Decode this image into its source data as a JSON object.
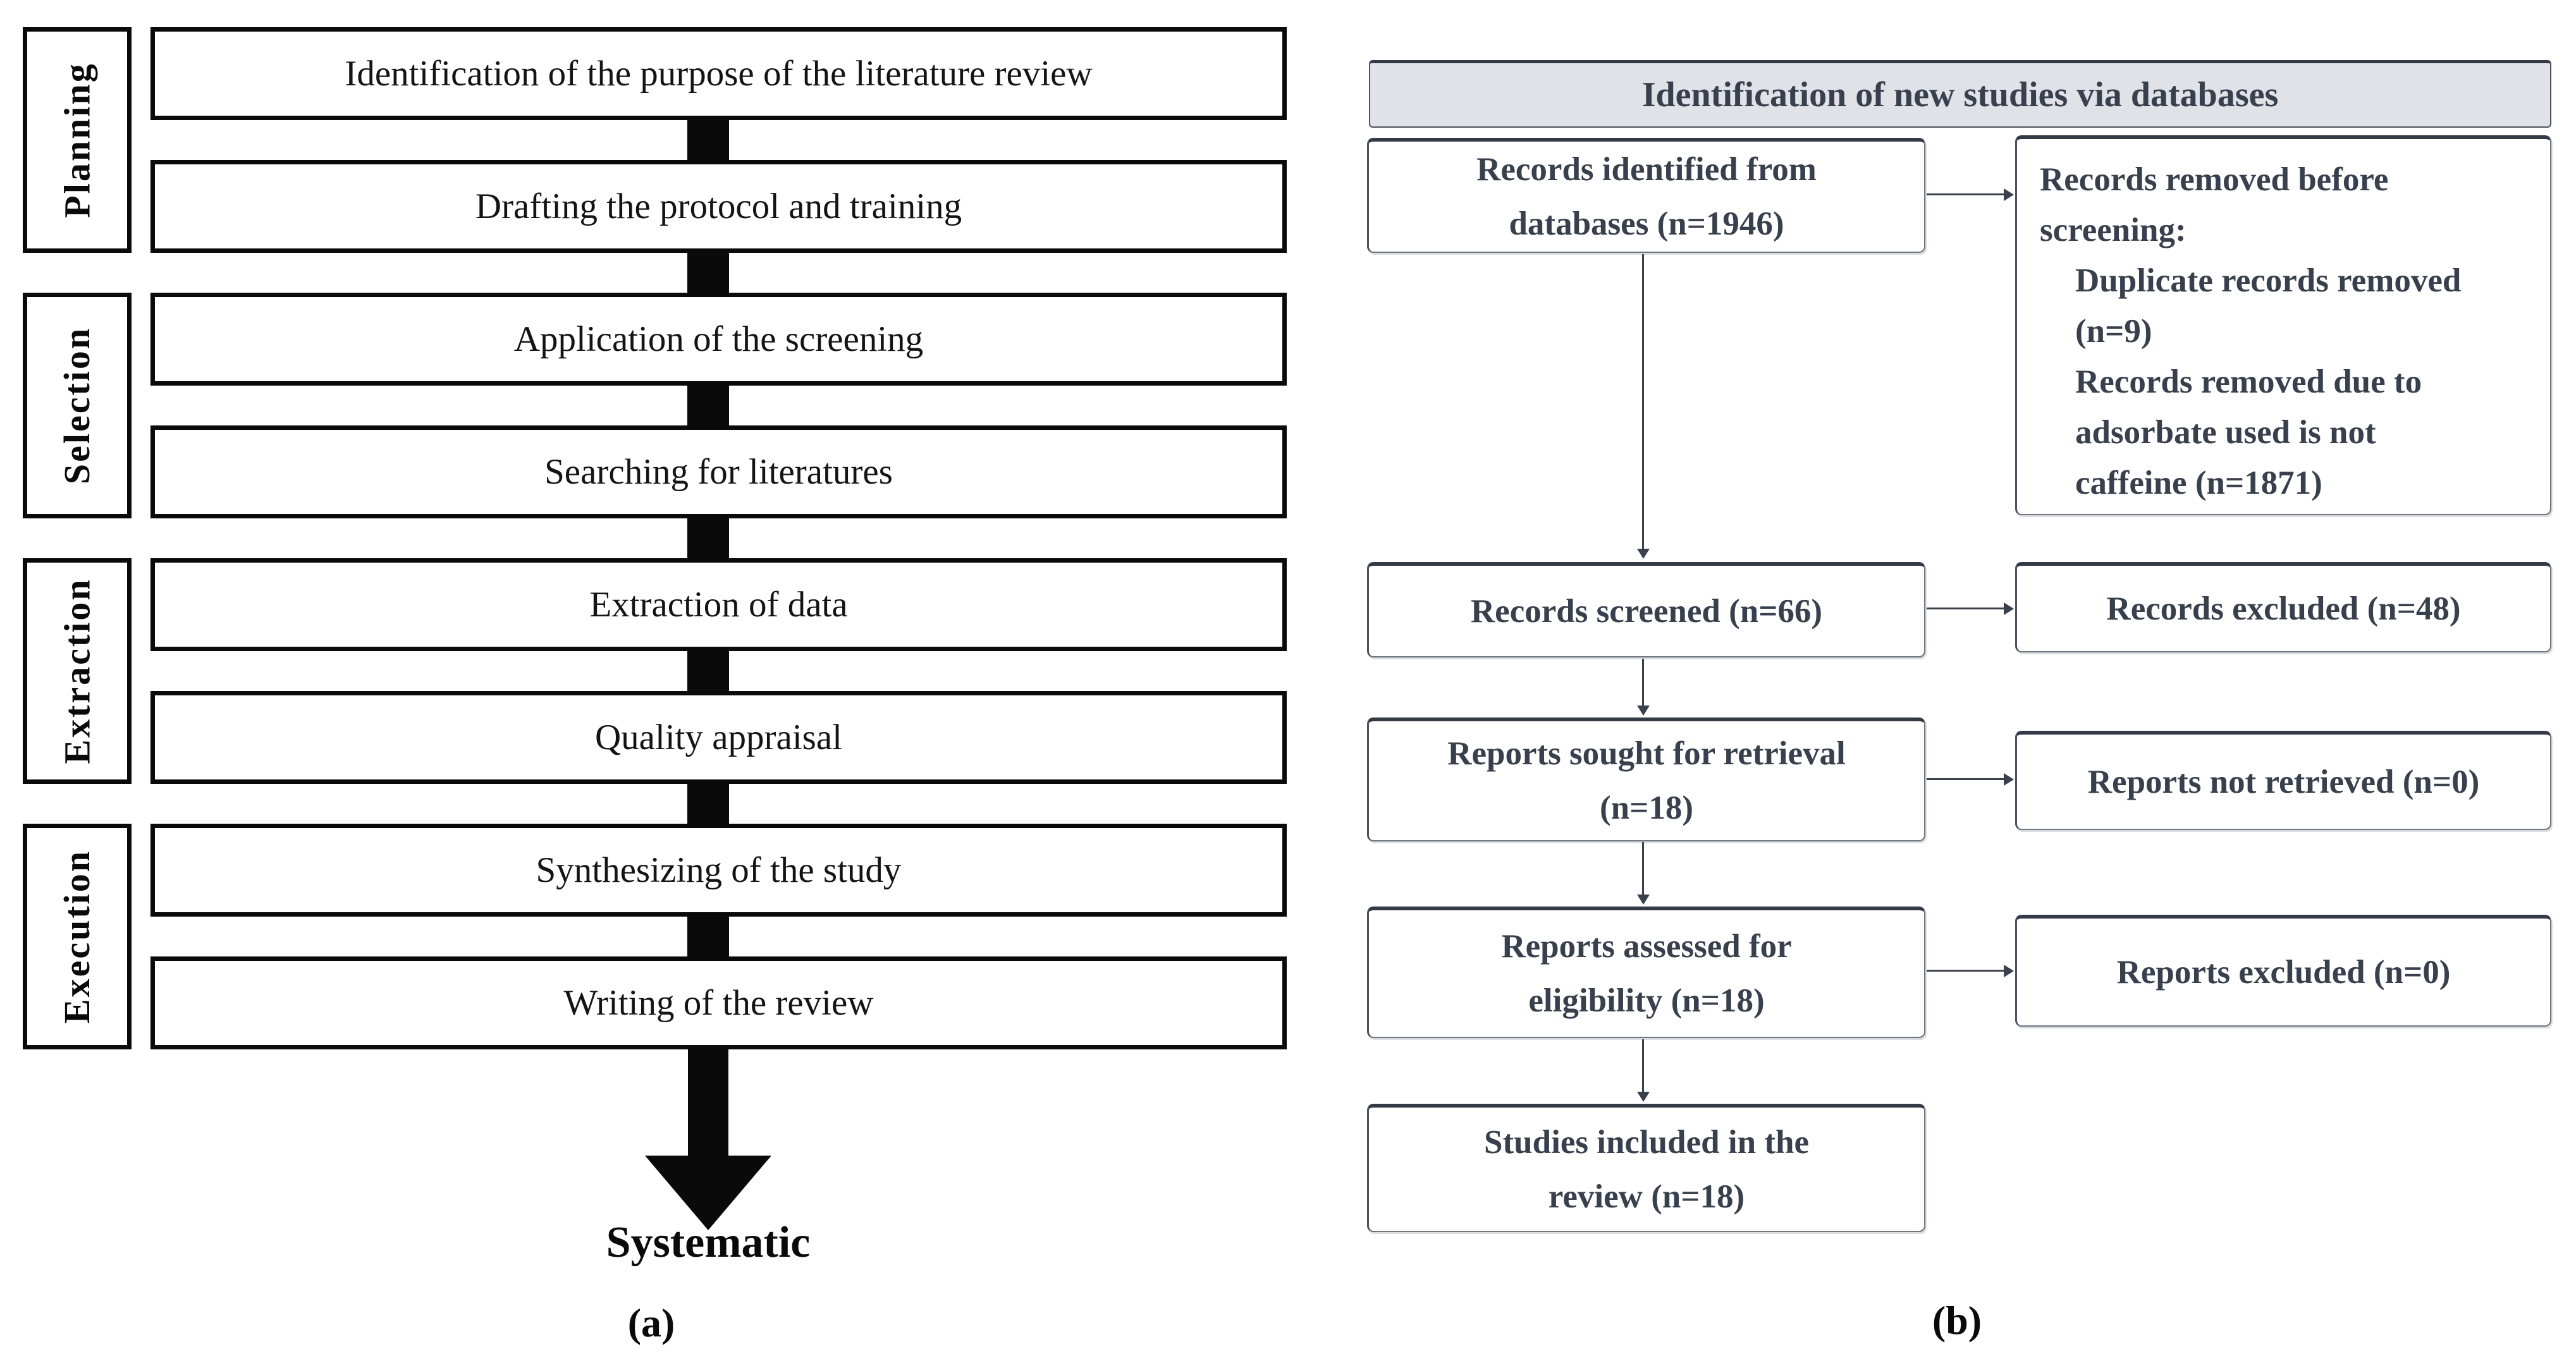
{
  "figure": {
    "caption_a": "(a)",
    "caption_b": "(b)",
    "footer_label": "Systematic"
  },
  "panel_a": {
    "phases": [
      {
        "label": "Planning"
      },
      {
        "label": "Selection"
      },
      {
        "label": "Extraction"
      },
      {
        "label": "Execution"
      }
    ],
    "steps": [
      {
        "label": "Identification of the purpose of the literature review"
      },
      {
        "label": "Drafting the protocol and training"
      },
      {
        "label": "Application of the screening"
      },
      {
        "label": "Searching for literatures"
      },
      {
        "label": "Extraction of data"
      },
      {
        "label": "Quality appraisal"
      },
      {
        "label": "Synthesizing of the study"
      },
      {
        "label": "Writing of the review"
      }
    ]
  },
  "panel_b": {
    "header": "Identification of new studies via databases",
    "boxes": {
      "identified": {
        "line1": "Records identified from",
        "line2": "databases (n=1946)"
      },
      "removed": {
        "lines": [
          {
            "text": "Records removed before"
          },
          {
            "text": "screening:"
          },
          {
            "text": "Duplicate records removed"
          },
          {
            "text": "(n=9)"
          },
          {
            "text": "Records removed due to"
          },
          {
            "text": "adsorbate used is not"
          },
          {
            "text": "caffeine (n=1871)"
          }
        ]
      },
      "screened": {
        "line1": "Records screened (n=66)"
      },
      "excluded_records": {
        "line1": "Records excluded (n=48)"
      },
      "sought": {
        "line1": "Reports sought for retrieval",
        "line2": "(n=18)"
      },
      "not_retrieved": {
        "line1": "Reports not retrieved (n=0)"
      },
      "assessed": {
        "line1": "Reports assessed for",
        "line2": "eligibility (n=18)"
      },
      "excluded_reports": {
        "line1": "Reports excluded (n=0)"
      },
      "included": {
        "line1": "Studies included in the",
        "line2": "review (n=18)"
      }
    },
    "colors": {
      "header_bg": "#e0e2e7",
      "text": "#39404d",
      "box_border": "#6e7680",
      "panel_a_ink": "#0a0a0a"
    }
  }
}
